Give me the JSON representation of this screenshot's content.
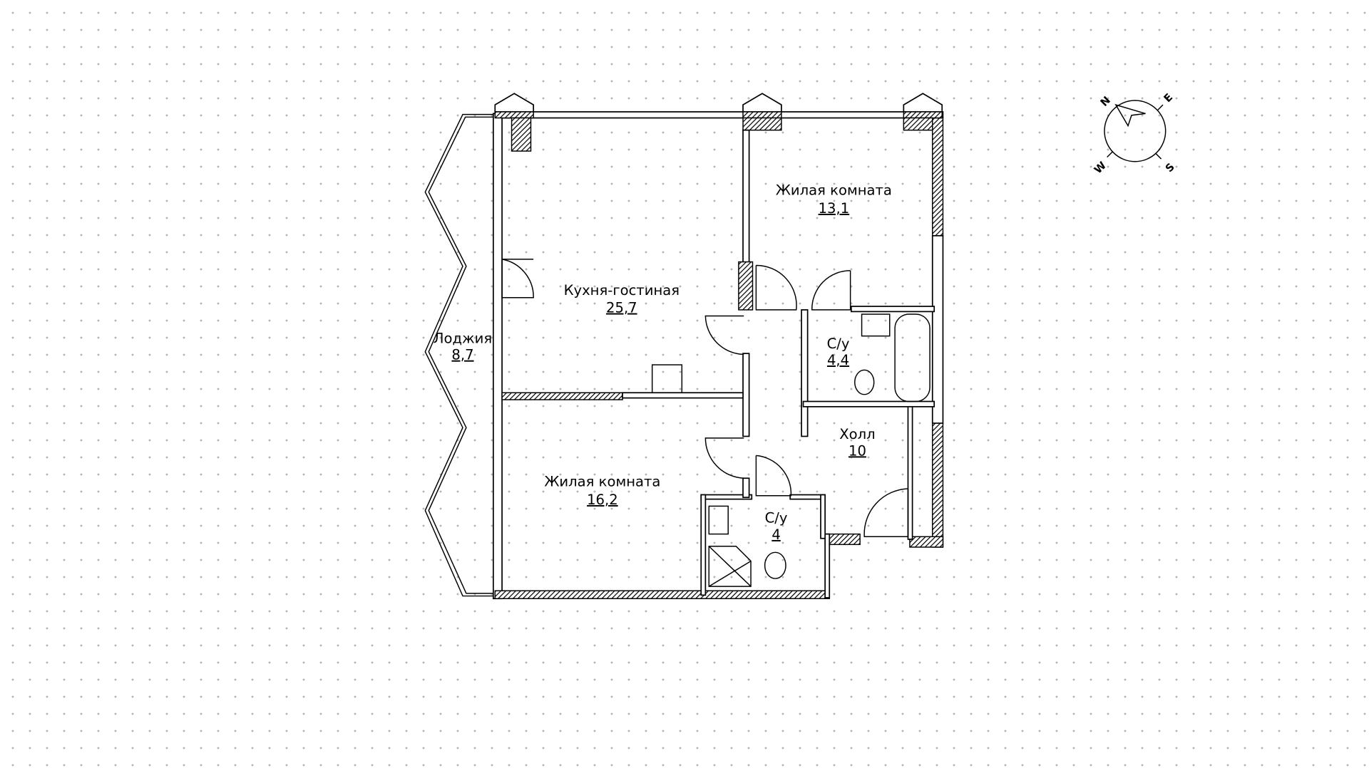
{
  "rooms": {
    "kitchen": {
      "name": "Кухня-гостиная",
      "area": "25,7"
    },
    "bedroom_top": {
      "name": "Жилая комната",
      "area": "13,1"
    },
    "bedroom_bottom": {
      "name": "Жилая комната",
      "area": "16,2"
    },
    "loggia": {
      "name": "Лоджия",
      "area": "8,7"
    },
    "bathroom_top": {
      "name": "С/у",
      "area": "4,4"
    },
    "bathroom_bottom": {
      "name": "С/у",
      "area": "4"
    },
    "hall": {
      "name": "Холл",
      "area": "10"
    }
  },
  "compass": {
    "n": "N",
    "e": "E",
    "s": "S",
    "w": "W"
  }
}
